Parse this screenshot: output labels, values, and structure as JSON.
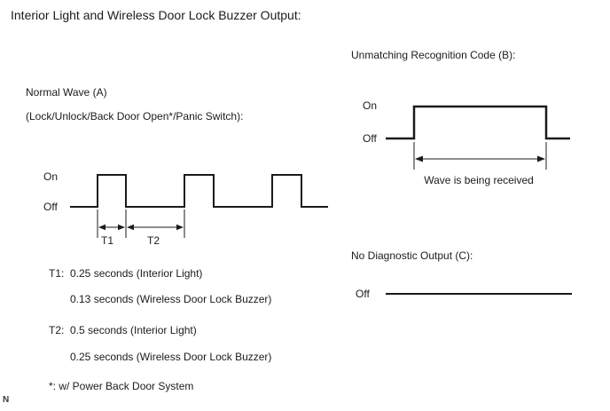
{
  "title": "Interior Light and Wireless Door Lock Buzzer Output:",
  "wave_a": {
    "heading": "Normal Wave (A)",
    "subheading": "(Lock/Unlock/Back Door Open*/Panic Switch):",
    "on": "On",
    "off": "Off",
    "t1": "T1",
    "t2": "T2"
  },
  "timing": {
    "t1": {
      "prefix": "T1:",
      "line1": "0.25 seconds (Interior Light)",
      "line2": "0.13 seconds (Wireless Door Lock Buzzer)"
    },
    "t2": {
      "prefix": "T2:",
      "line1": "0.5 seconds (Interior Light)",
      "line2": "0.25 seconds (Wireless Door Lock Buzzer)"
    },
    "footnote": "*: w/ Power Back Door System"
  },
  "wave_b": {
    "heading": "Unmatching Recognition Code (B):",
    "on": "On",
    "off": "Off",
    "caption": "Wave is being received"
  },
  "wave_c": {
    "heading": "No Diagnostic Output (C):",
    "off": "Off"
  },
  "corner_mark": "N",
  "colors": {
    "ink": "#1b1b1b",
    "background": "#ffffff"
  }
}
